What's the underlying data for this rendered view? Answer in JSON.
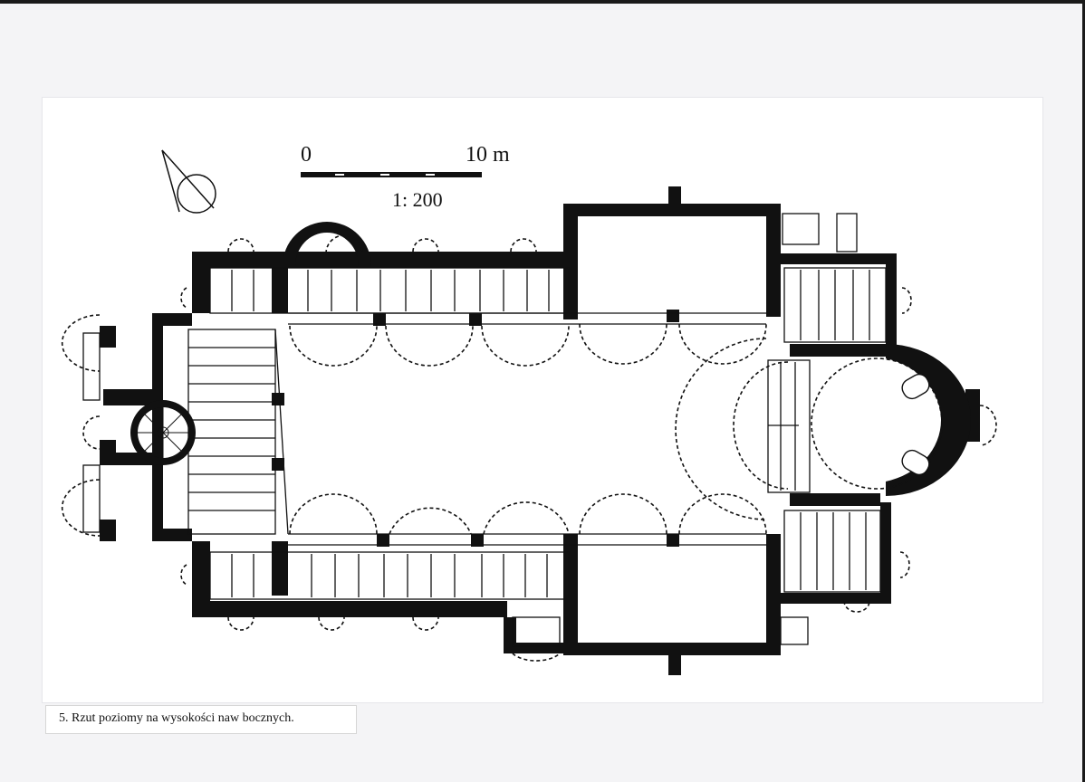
{
  "scale": {
    "start_label": "0",
    "end_label": "10 m",
    "ratio": "1: 200"
  },
  "caption": "5. Rzut poziomy na wysokości naw bocznych."
}
